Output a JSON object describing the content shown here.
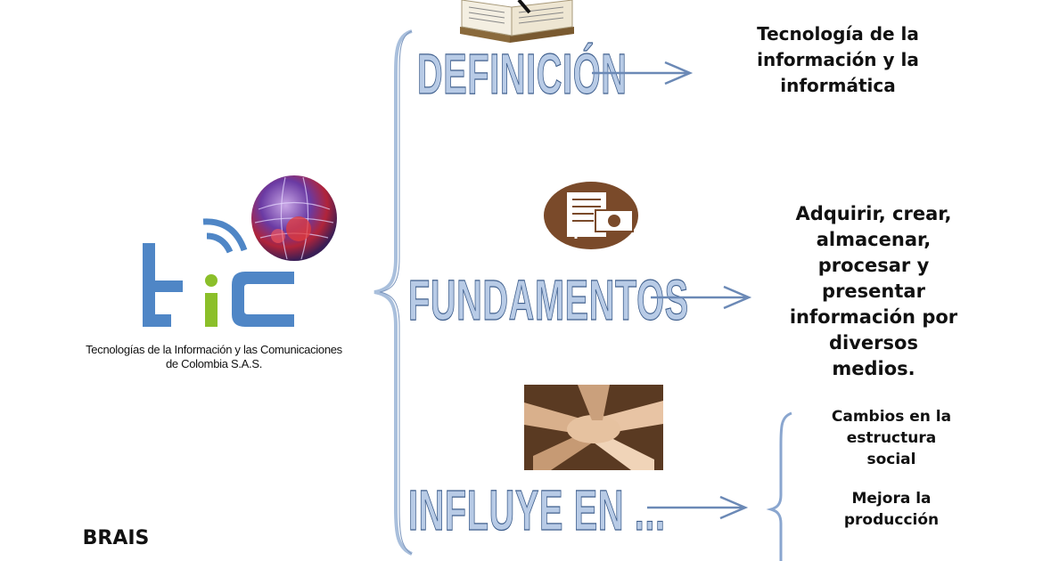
{
  "logo": {
    "caption_line1": "Tecnologías de la Información y las Comunicaciones",
    "caption_line2": "de Colombia S.A.S."
  },
  "branches": [
    {
      "heading": "DEFINICIÓN",
      "text_lines": [
        "Tecnología de la",
        "información y la",
        "informática"
      ]
    },
    {
      "heading": "FUNDAMENTOS",
      "text_lines": [
        "Adquirir, crear,",
        "almacenar,",
        "procesar y",
        "presentar",
        "información por",
        "diversos",
        "medios."
      ]
    },
    {
      "heading": "INFLUYE EN ...",
      "sub_items": [
        {
          "lines": [
            "Cambios en la",
            "estructura",
            "social"
          ]
        },
        {
          "lines": [
            "Mejora la",
            "producción"
          ]
        }
      ]
    }
  ],
  "author": {
    "name": "BRAIS"
  },
  "colors": {
    "heading_fill": "#b8cbe6",
    "heading_stroke": "#3f5f8d",
    "brace": "#a9bfdc",
    "logo_blue": "#4f86c6",
    "logo_green": "#8bbf2a"
  },
  "icons": [
    "book-glasses-icon",
    "document-icon",
    "stacked-hands-icon",
    "globe-icon"
  ]
}
